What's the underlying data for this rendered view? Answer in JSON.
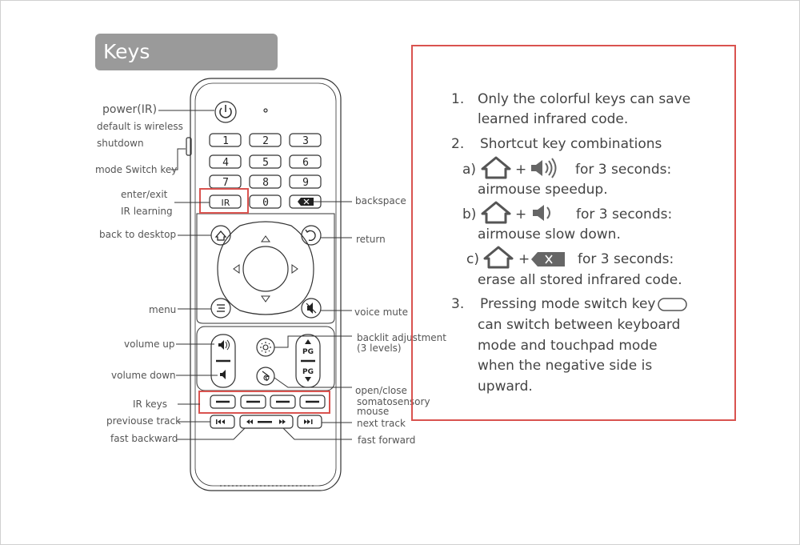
{
  "title": "Keys Descriptions",
  "remote": {
    "digits": [
      "1",
      "2",
      "3",
      "4",
      "5",
      "6",
      "7",
      "8",
      "9",
      "0"
    ],
    "ir_key": "IR",
    "pg_up": "PG",
    "pg_down": "PG"
  },
  "labels_left": {
    "power": "power(IR)",
    "power_sub1": "default is wireless",
    "power_sub2": "shutdown",
    "mode_switch": "mode Switch key",
    "enter_exit": "enter/exit",
    "ir_learning": "IR learning",
    "back_desktop": "back to desktop",
    "menu": "menu",
    "volume_up": "volume up",
    "volume_down": "volume down",
    "ir_keys": "IR keys",
    "previous_track": "previouse track",
    "fast_backward": "fast backward"
  },
  "labels_right": {
    "backspace": "backspace",
    "return": "return",
    "voice_mute": "voice mute",
    "backlit1": "backlit adjustment",
    "backlit2": "(3 levels)",
    "open_close1": "open/close",
    "open_close2": "somatosensory",
    "open_close3": "mouse",
    "next_track": "next track",
    "fast_forward": "fast forward"
  },
  "description": {
    "item1_num": "1.",
    "item1_line1": "Only the colorful keys can save",
    "item1_line2": "learned infrared code.",
    "item2_num": "2.",
    "item2_line1": "Shortcut key combinations",
    "a_label": "a)",
    "a_time": "for 3 seconds:",
    "a_desc": "airmouse speedup.",
    "b_label": "b)",
    "b_time": "for 3 seconds:",
    "b_desc": "airmouse slow down.",
    "c_label": "c)",
    "c_time": "for 3 seconds:",
    "c_desc": "erase all stored infrared code.",
    "plus": "+",
    "item3_num": "3.",
    "item3_line1": "Pressing mode switch key",
    "item3_line2": "can switch between keyboard",
    "item3_line3": "mode and touchpad mode",
    "item3_line4": "when the negative side is",
    "item3_line5": "upward."
  },
  "colors": {
    "highlight": "#d9534f",
    "title_bg": "#9a9a9a"
  }
}
